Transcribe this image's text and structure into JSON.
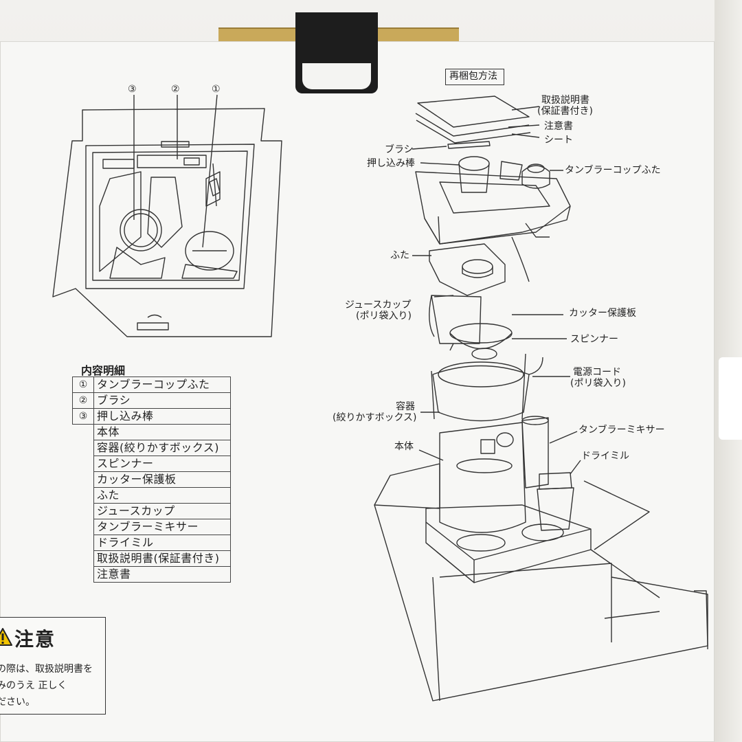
{
  "repack": {
    "heading": "再梱包方法",
    "labels": {
      "manual": "取扱説明書",
      "manual_sub": "(保証書付き)",
      "notice": "注意書",
      "sheet": "シート",
      "brush": "ブラシ",
      "pusher": "押し込み棒",
      "tumbler_lid": "タンブラーコップふた",
      "lid": "ふた",
      "juice_cup": "ジュースカップ",
      "juice_cup_sub": "(ポリ袋入り)",
      "cutter_guard": "カッター保護板",
      "spinner": "スピンナー",
      "cord": "電源コード",
      "cord_sub": "(ポリ袋入り)",
      "container": "容器",
      "container_sub": "(絞りかすボックス)",
      "tumbler_mixer": "タンブラーミキサー",
      "body": "本体",
      "dry_mill": "ドライミル"
    }
  },
  "tray_numbers": [
    "③",
    "②",
    "①"
  ],
  "contents": {
    "title": "内容明細",
    "rows": [
      {
        "num": "①",
        "text": "タンブラーコップふた"
      },
      {
        "num": "②",
        "text": "ブラシ"
      },
      {
        "num": "③",
        "text": "押し込み棒"
      },
      {
        "num": "",
        "text": "本体"
      },
      {
        "num": "",
        "text": "容器(絞りかすボックス)"
      },
      {
        "num": "",
        "text": "スピンナー"
      },
      {
        "num": "",
        "text": "カッター保護板"
      },
      {
        "num": "",
        "text": "ふた"
      },
      {
        "num": "",
        "text": "ジュースカップ"
      },
      {
        "num": "",
        "text": "タンブラーミキサー"
      },
      {
        "num": "",
        "text": "ドライミル"
      },
      {
        "num": "",
        "text": "取扱説明書(保証書付き)"
      },
      {
        "num": "",
        "text": "注意書"
      }
    ]
  },
  "caution": {
    "title": "注意",
    "lines": [
      "の際は、取扱説明書を",
      "みのうえ 正しく",
      "ださい。"
    ]
  },
  "colors": {
    "box_face": "#f7f7f5",
    "line": "#333333",
    "handle": "#1d1d1d",
    "tape": "#c9a95a"
  }
}
